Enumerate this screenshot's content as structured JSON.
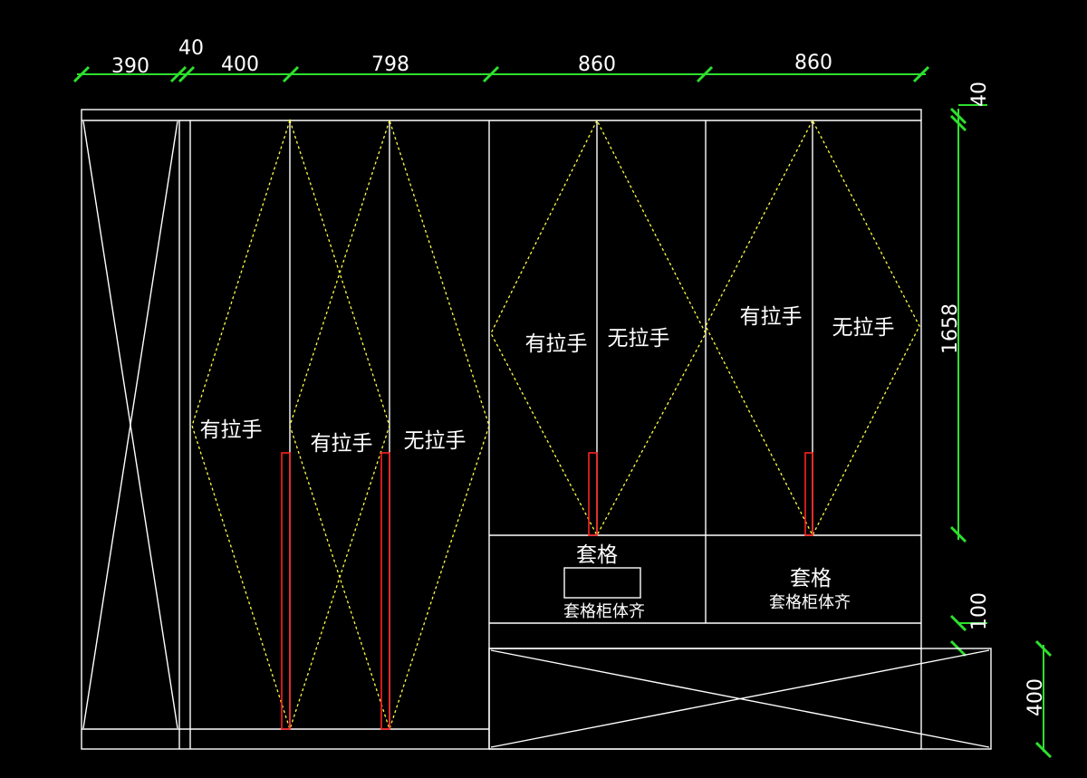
{
  "dimensions": {
    "top": [
      "390",
      "40",
      "400",
      "798",
      "860",
      "860"
    ],
    "right_top": "40",
    "right_main": "1658",
    "right_plinth": "100",
    "right_base": "400"
  },
  "door_labels": {
    "has_handle": "有拉手",
    "no_handle": "无拉手"
  },
  "cabinet_labels": {
    "nested_cell": "套格",
    "flush_with_body": "套格柜体齐"
  },
  "colors": {
    "background": "#000000",
    "outline": "#ffffff",
    "dimension": "#2ee02e",
    "door_swing": "#ffff40",
    "handle": "#ff2020"
  }
}
